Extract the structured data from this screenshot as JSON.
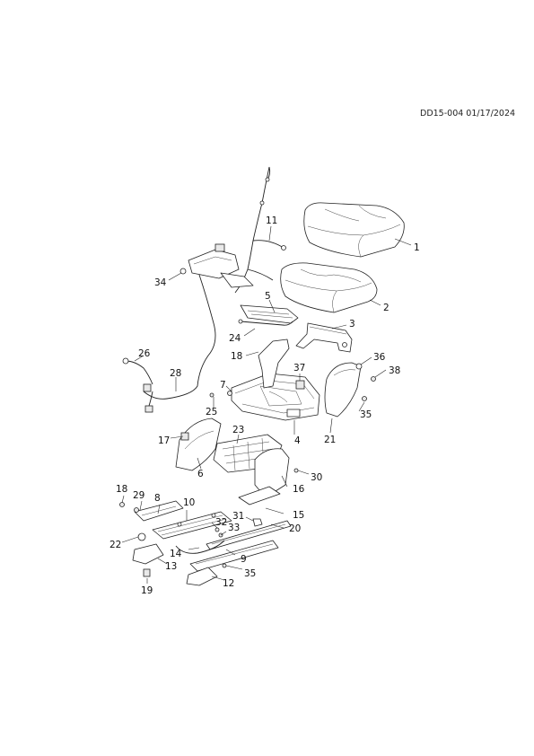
{
  "document": {
    "code": "DD15-004 01/17/2024"
  },
  "callouts": [
    {
      "id": "c1",
      "text": "1"
    },
    {
      "id": "c2",
      "text": "2"
    },
    {
      "id": "c3",
      "text": "3"
    },
    {
      "id": "c4",
      "text": "4"
    },
    {
      "id": "c5",
      "text": "5"
    },
    {
      "id": "c6",
      "text": "6"
    },
    {
      "id": "c7",
      "text": "7"
    },
    {
      "id": "c8",
      "text": "8"
    },
    {
      "id": "c9",
      "text": "9"
    },
    {
      "id": "c10",
      "text": "10"
    },
    {
      "id": "c11",
      "text": "11"
    },
    {
      "id": "c12",
      "text": "12"
    },
    {
      "id": "c13",
      "text": "13"
    },
    {
      "id": "c14",
      "text": "14"
    },
    {
      "id": "c15",
      "text": "15"
    },
    {
      "id": "c16",
      "text": "16"
    },
    {
      "id": "c17",
      "text": "17"
    },
    {
      "id": "c18a",
      "text": "18"
    },
    {
      "id": "c18b",
      "text": "18"
    },
    {
      "id": "c19",
      "text": "19"
    },
    {
      "id": "c20",
      "text": "20"
    },
    {
      "id": "c21",
      "text": "21"
    },
    {
      "id": "c22",
      "text": "22"
    },
    {
      "id": "c23",
      "text": "23"
    },
    {
      "id": "c24",
      "text": "24"
    },
    {
      "id": "c25",
      "text": "25"
    },
    {
      "id": "c26",
      "text": "26"
    },
    {
      "id": "c28",
      "text": "28"
    },
    {
      "id": "c29",
      "text": "29"
    },
    {
      "id": "c30",
      "text": "30"
    },
    {
      "id": "c31",
      "text": "31"
    },
    {
      "id": "c32",
      "text": "32"
    },
    {
      "id": "c33",
      "text": "33"
    },
    {
      "id": "c34",
      "text": "34"
    },
    {
      "id": "c35a",
      "text": "35"
    },
    {
      "id": "c35b",
      "text": "35"
    },
    {
      "id": "c36",
      "text": "36"
    },
    {
      "id": "c37",
      "text": "37"
    },
    {
      "id": "c38",
      "text": "38"
    }
  ]
}
